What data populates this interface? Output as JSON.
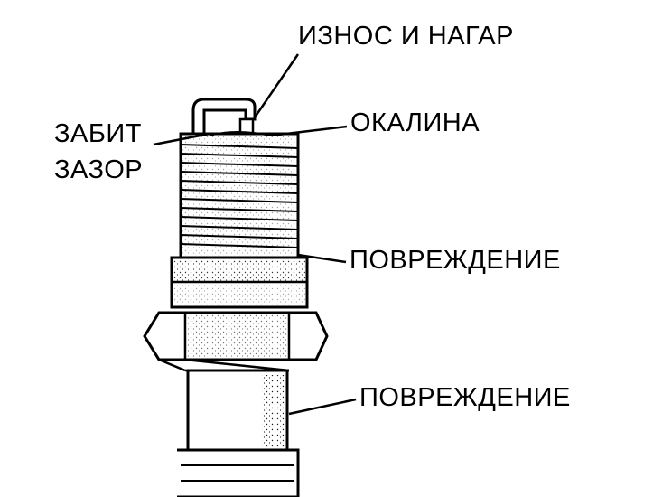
{
  "labels": {
    "wear_and_carbon": "ИЗНОС И НАГАР",
    "clogged_gap_line1": "ЗАБИТ",
    "clogged_gap_line2": "ЗАЗОР",
    "scale": "ОКАЛИНА",
    "damage_upper": "ПОВРЕЖДЕНИЕ",
    "damage_lower": "ПОВРЕЖДЕНИЕ"
  },
  "colors": {
    "ink": "#000000",
    "paper": "#ffffff"
  },
  "icons": {
    "subject": "spark-plug-icon"
  }
}
